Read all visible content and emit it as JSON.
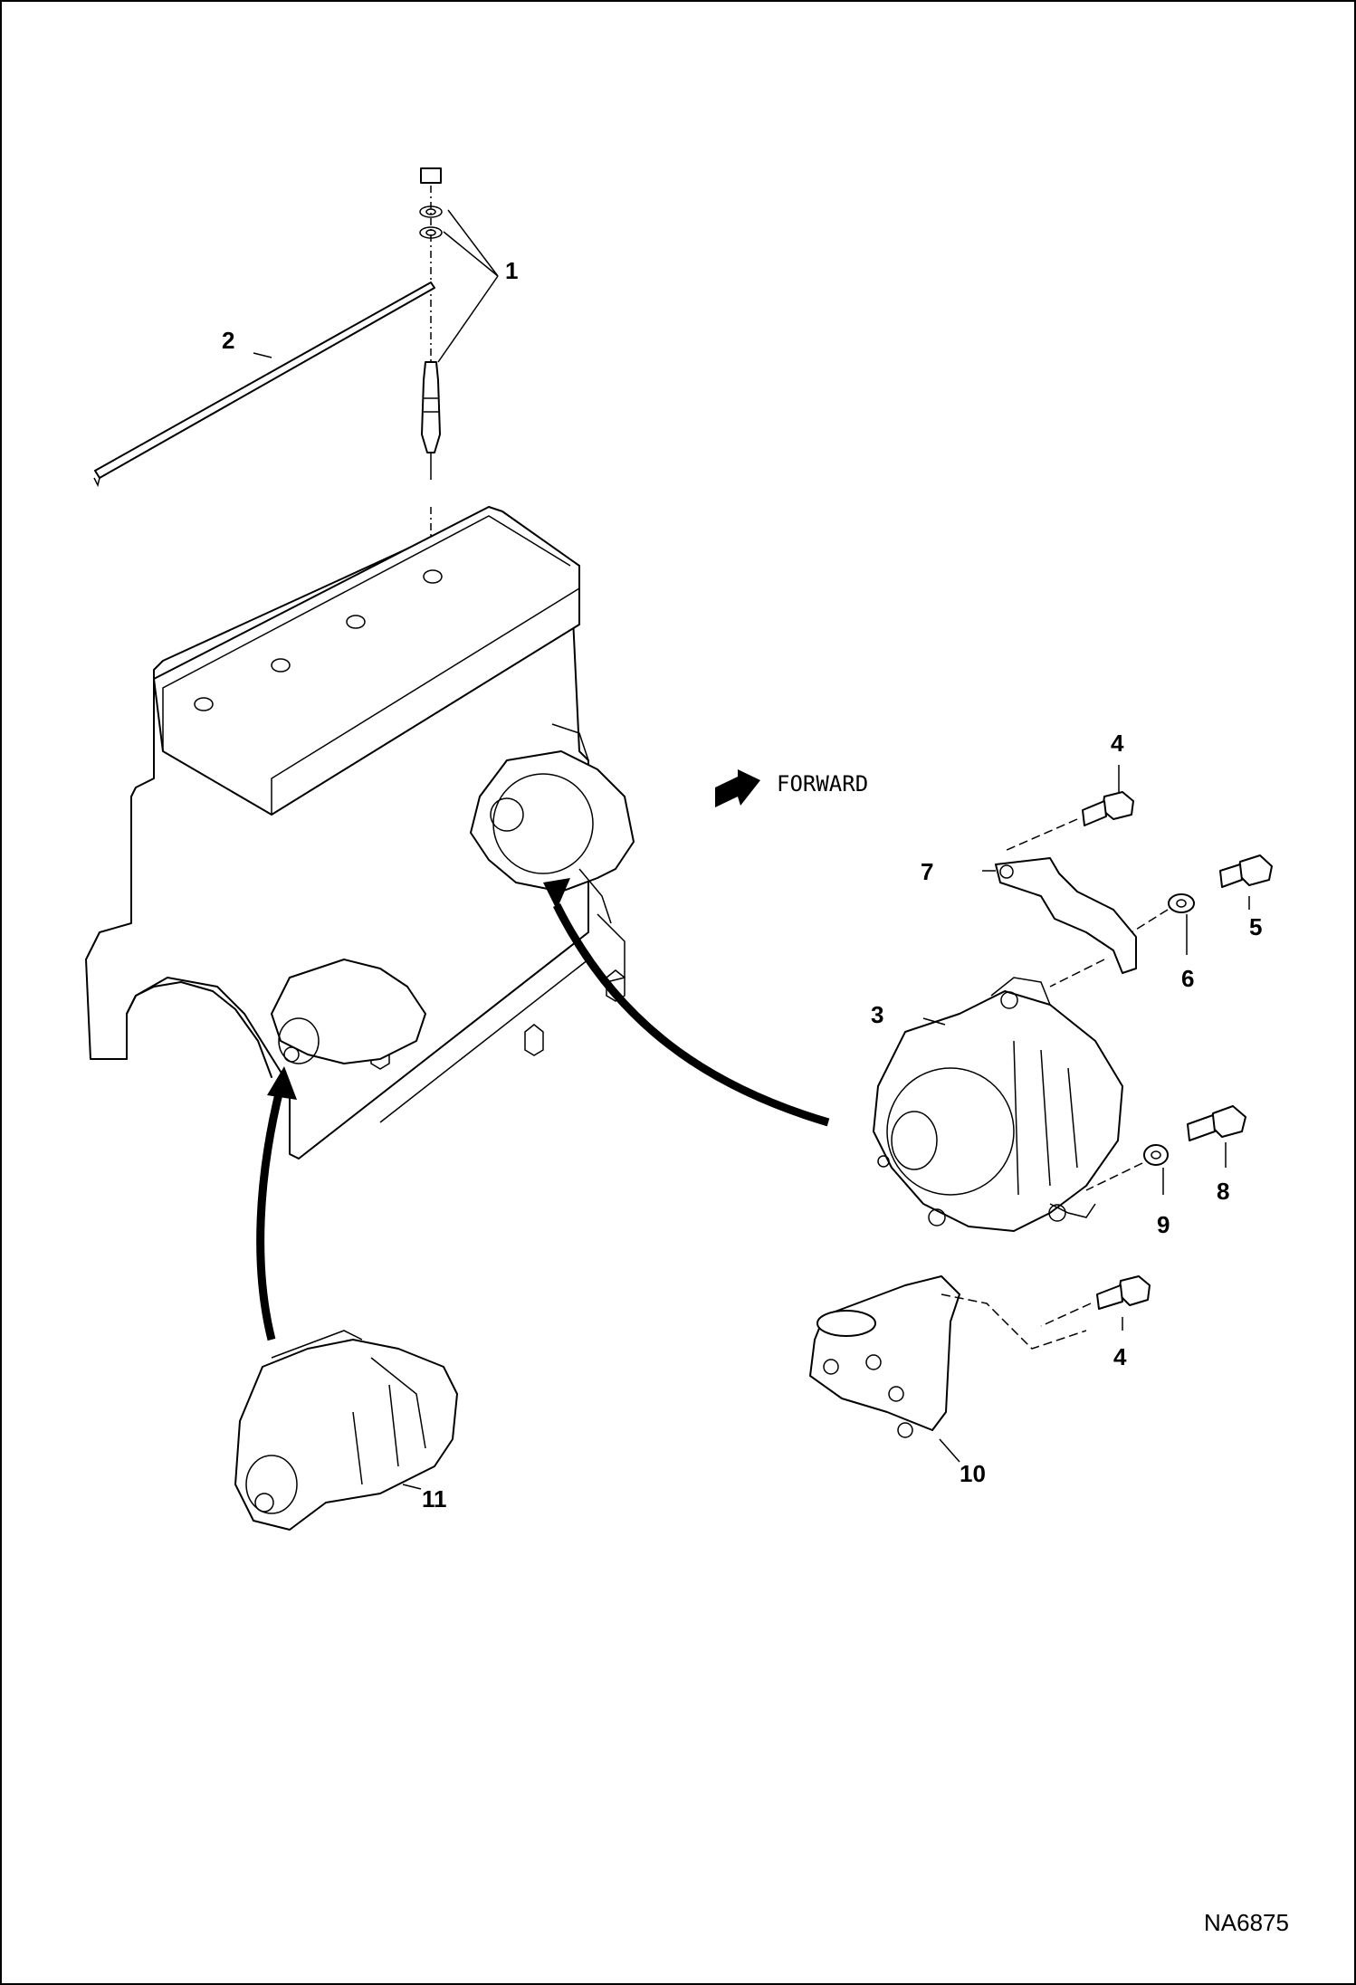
{
  "diagram": {
    "forward_label": "FORWARD",
    "drawing_code": "NA6875",
    "callouts": {
      "c1": "1",
      "c2": "2",
      "c3": "3",
      "c4a": "4",
      "c4b": "4",
      "c5": "5",
      "c6": "6",
      "c7": "7",
      "c8": "8",
      "c9": "9",
      "c10": "10",
      "c11": "11"
    }
  }
}
